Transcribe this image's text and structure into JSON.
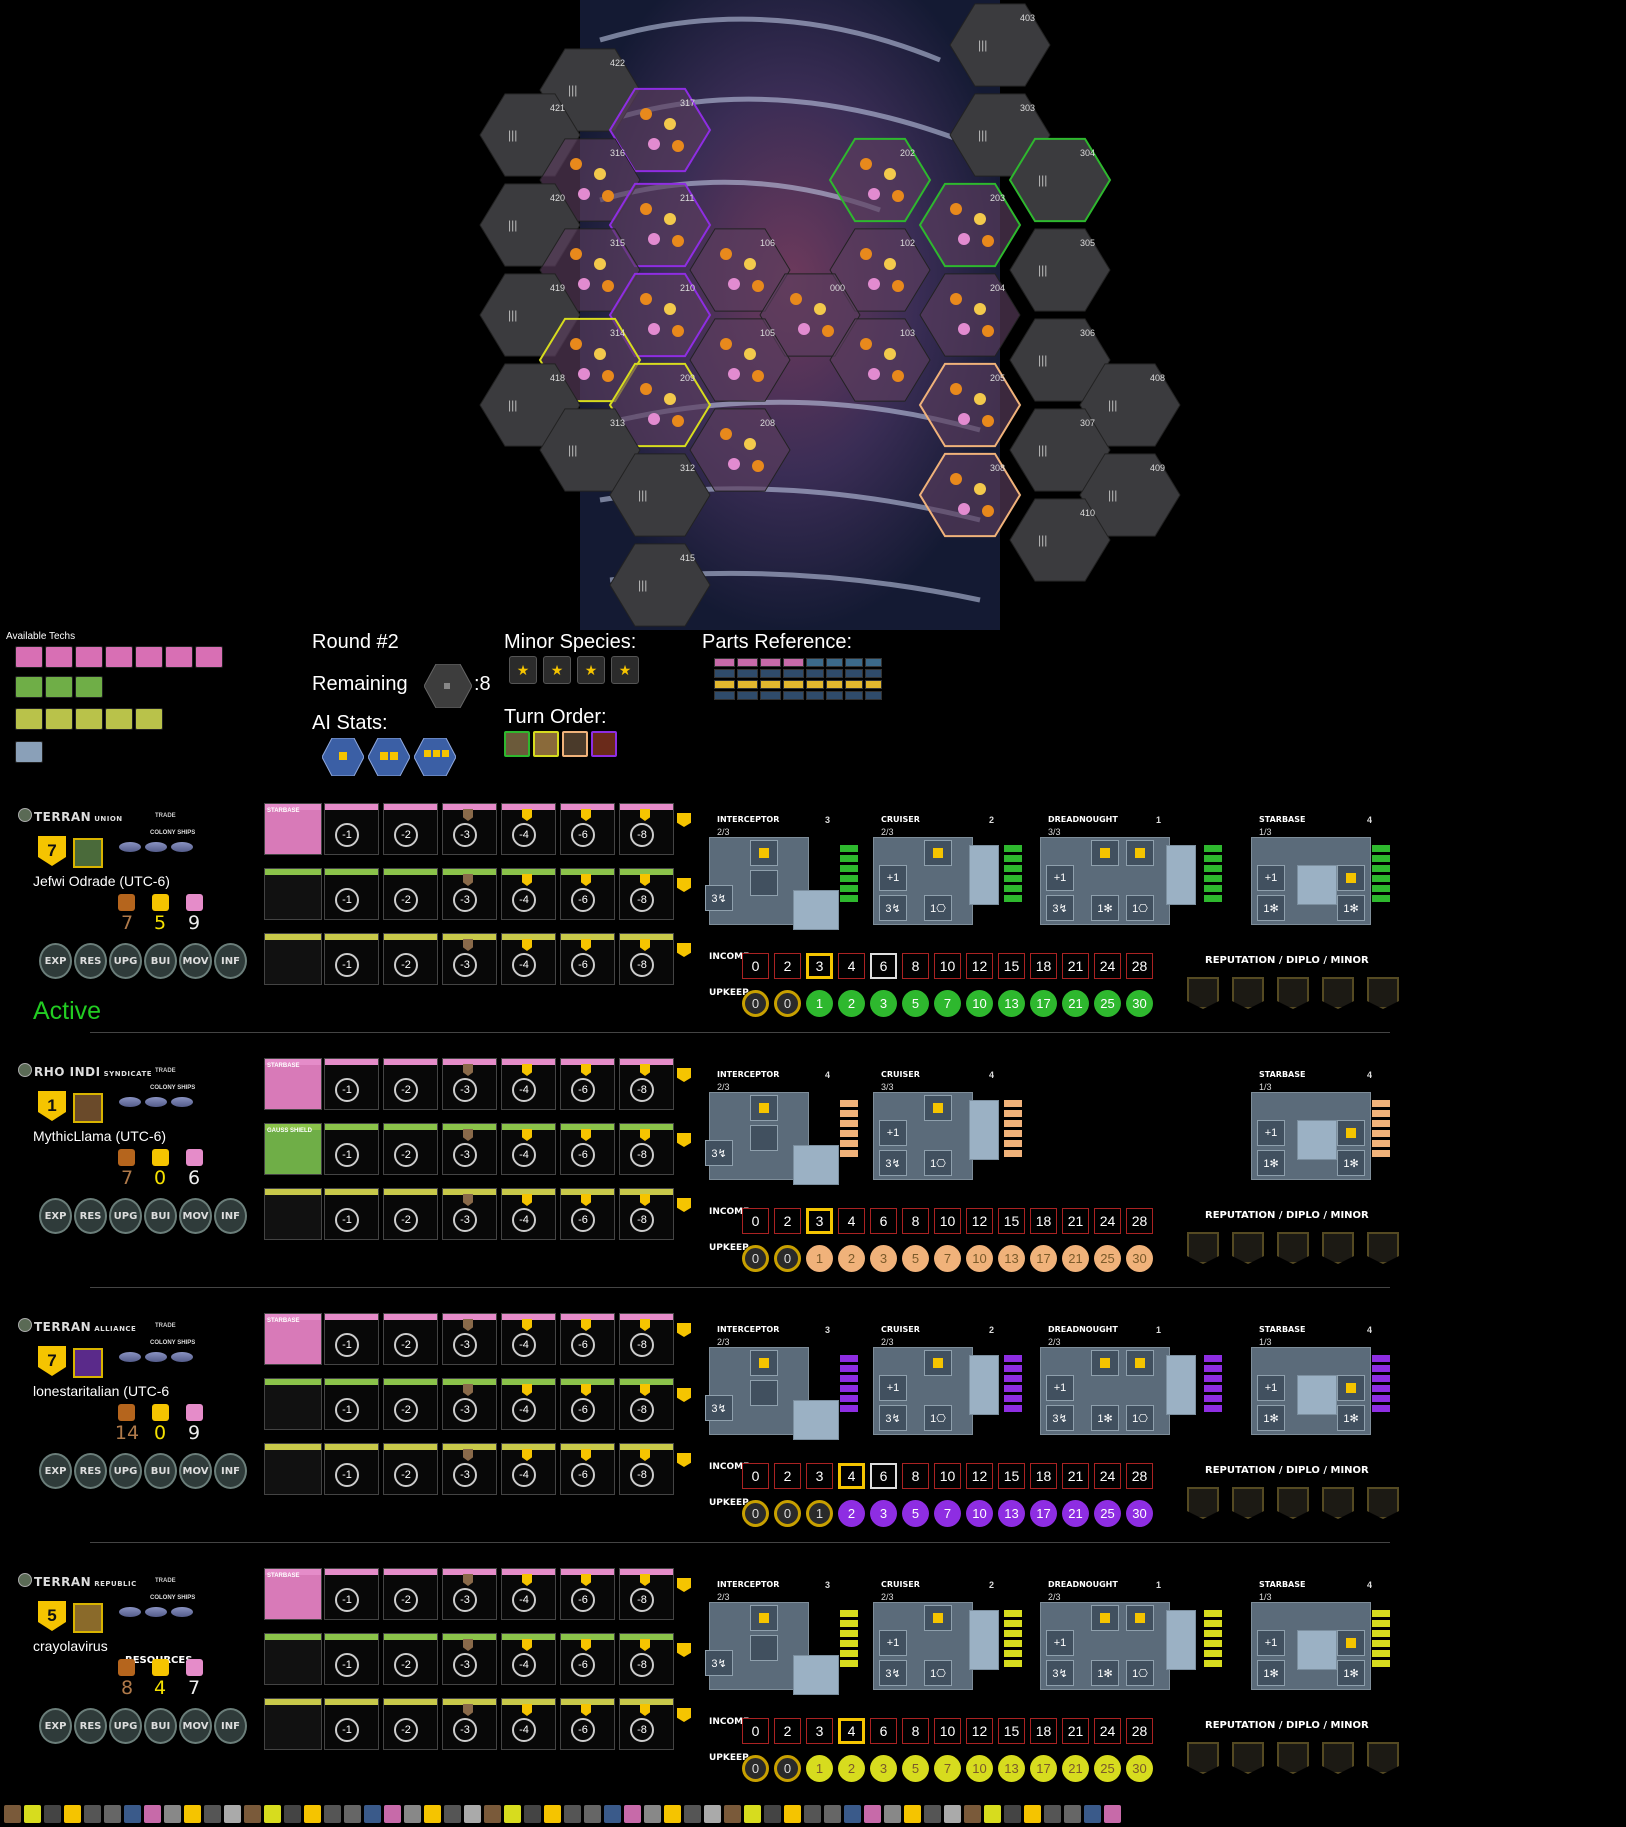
{
  "map": {
    "sectors": [
      "403",
      "422",
      "421",
      "317",
      "303",
      "316",
      "202",
      "304",
      "420",
      "211",
      "203",
      "315",
      "106",
      "102",
      "305",
      "419",
      "210",
      "000",
      "204",
      "314",
      "105",
      "103",
      "306",
      "408",
      "418",
      "209",
      "205",
      "313",
      "208",
      "307",
      "312",
      "308",
      "409",
      "410",
      "415"
    ]
  },
  "info": {
    "available_techs_label": "Available Techs",
    "round_label": "Round #2",
    "remaining_label": "Remaining",
    "remaining_count": ":8",
    "ai_stats_label": "AI Stats:",
    "minor_species_label": "Minor Species:",
    "turn_order_label": "Turn Order:",
    "parts_reference_label": "Parts Reference:"
  },
  "tech_tracks": {
    "discounts": [
      "-1",
      "-2",
      "-3",
      "-4",
      "-6",
      "-8"
    ],
    "starbase_label": "STARBASE",
    "gauss_label": "GAUSS SHIELD"
  },
  "tracks": {
    "income_label": "INCOME",
    "upkeep_label": "UPKEEP",
    "income_values": [
      "0",
      "2",
      "3",
      "4",
      "6",
      "8",
      "10",
      "12",
      "15",
      "18",
      "21",
      "24",
      "28"
    ],
    "upkeep_values": [
      "0",
      "0",
      "1",
      "2",
      "3",
      "5",
      "7",
      "10",
      "13",
      "17",
      "21",
      "25",
      "30"
    ],
    "reputation_label": "REPUTATION / DIPLO / MINOR"
  },
  "actions": [
    "EXP",
    "RES",
    "UPG",
    "BUI",
    "MOV",
    "INF"
  ],
  "ship_labels": {
    "interceptor": "INTERCEPTOR",
    "cruiser": "CRUISER",
    "dreadnought": "DREADNOUGHT",
    "starbase": "STARBASE"
  },
  "players": [
    {
      "faction": "TERRAN",
      "faction_sub": "UNION",
      "trade": "TRADE",
      "colony_ships": "COLONY SHIPS",
      "vp": "7",
      "name": "Jefwi Odrade (UTC-6)",
      "materials": "7",
      "money": "5",
      "science": "9",
      "status": "Active",
      "color": "#2eb82e",
      "interceptor_stats": "2/3",
      "interceptor_count": "3",
      "cruiser_stats": "2/3",
      "cruiser_count": "2",
      "dreadnought_stats": "3/3",
      "dreadnought_count": "1",
      "starbase_stats": "1/3",
      "starbase_count": "4"
    },
    {
      "faction": "RHO INDI",
      "faction_sub": "SYNDICATE",
      "trade": "TRADE",
      "colony_ships": "COLONY SHIPS",
      "vp": "1",
      "name": "MythicLlama (UTC-6)",
      "materials": "7",
      "money": "0",
      "science": "6",
      "status": "",
      "color": "#f0b27a",
      "interceptor_stats": "2/3",
      "interceptor_count": "4",
      "cruiser_stats": "3/3",
      "cruiser_count": "4",
      "dreadnought_stats": "",
      "dreadnought_count": "",
      "starbase_stats": "1/3",
      "starbase_count": "4"
    },
    {
      "faction": "TERRAN",
      "faction_sub": "ALLIANCE",
      "trade": "TRADE",
      "colony_ships": "COLONY SHIPS",
      "vp": "7",
      "name": "lonestaritalian (UTC-6",
      "materials": "14",
      "money": "0",
      "science": "9",
      "status": "",
      "color": "#8e2de2",
      "interceptor_stats": "2/3",
      "interceptor_count": "3",
      "cruiser_stats": "2/3",
      "cruiser_count": "2",
      "dreadnought_stats": "2/3",
      "dreadnought_count": "1",
      "starbase_stats": "1/3",
      "starbase_count": "4"
    },
    {
      "faction": "TERRAN",
      "faction_sub": "REPUBLIC",
      "trade": "TRADE",
      "colony_ships": "COLONY SHIPS",
      "vp": "5",
      "name": "crayolavirus",
      "resources_label": "RESOURCES",
      "materials": "8",
      "money": "4",
      "science": "7",
      "status": "",
      "color": "#d7dc1e",
      "interceptor_stats": "2/3",
      "interceptor_count": "3",
      "cruiser_stats": "2/3",
      "cruiser_count": "2",
      "dreadnought_stats": "2/3",
      "dreadnought_count": "1",
      "starbase_stats": "1/3",
      "starbase_count": "4"
    }
  ],
  "colors": {
    "gold": "#f5c400",
    "military": "#e58cc9",
    "grid": "#8bc34a",
    "nano": "#c8c94a"
  }
}
